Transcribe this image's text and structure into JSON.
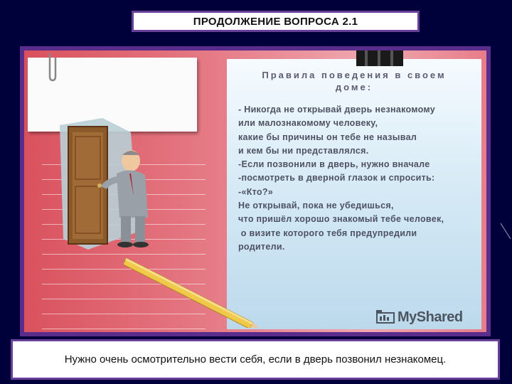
{
  "header": {
    "title": "ПРОДОЛЖЕНИЕ ВОПРОСА 2.1"
  },
  "rules": {
    "title_line1": "Правила поведения в своем",
    "title_line2": "доме:",
    "body": "- Никогда не открывай дверь незнакомому\nили малознакомому человеку,\nкакие бы причины он тебе не называл\nи кем бы ни представлялся.\n-Если позвонили в дверь, нужно вначале\n-посмотреть в дверной глазок и спросить:\n-«Кто?»\nНе открывай, пока не убедишься,\nчто пришёл хорошо знакомый тебе человек,\n о визите которого тебя предупредили\nродители."
  },
  "watermark": {
    "text": "MyShared"
  },
  "caption": {
    "text": "Нужно очень осмотрительно вести себя, если в дверь позвонил незнакомец."
  },
  "colors": {
    "frame": "#6a3f9a",
    "background": "#00003a",
    "book_pink": "#e57a85",
    "page_blue": "#d7ebf6"
  }
}
